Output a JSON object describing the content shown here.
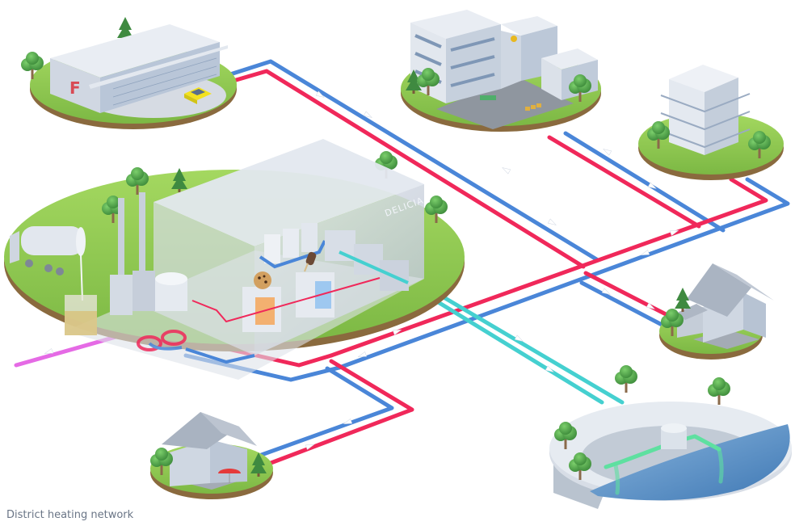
{
  "title": "District heating network",
  "colors": {
    "supply_pipe": "#f0285a",
    "return_pipe": "#4a86d8",
    "cooling_pipe": "#45d0d0",
    "lake_loop_pipe": "#5ee0a0",
    "input_pipe": "#e050e0",
    "grass": "#8cc850",
    "building": "#c8d0dc",
    "water": "#5b93c8",
    "background": "#ffffff"
  },
  "factory": {
    "sign": "DELICIA",
    "products": [
      "cookie-icon",
      "ice-cream-icon"
    ]
  },
  "fire_station": {
    "logo": "F"
  },
  "nodes": [
    {
      "id": "fire-station",
      "kind": "consumer"
    },
    {
      "id": "school",
      "kind": "consumer"
    },
    {
      "id": "apartment-building",
      "kind": "consumer"
    },
    {
      "id": "house-right",
      "kind": "consumer"
    },
    {
      "id": "house-bottom",
      "kind": "consumer"
    },
    {
      "id": "factory",
      "kind": "heat-source"
    },
    {
      "id": "lake",
      "kind": "cooling-source"
    }
  ]
}
